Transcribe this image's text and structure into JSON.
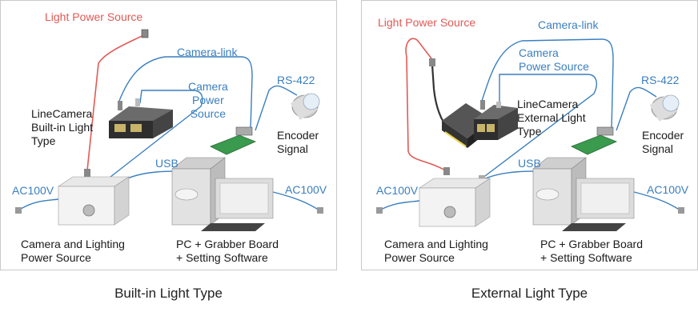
{
  "left": {
    "caption": "Built-in Light Type",
    "labels": {
      "light_power_source": "Light Power Source",
      "camera_link": "Camera-link",
      "camera_power_source": "Camera\nPower\nSource",
      "rs422": "RS-422",
      "line_camera": "LineCamera\nBuilt-in Light\nType",
      "encoder_signal": "Encoder\nSignal",
      "usb": "USB",
      "ac100v_left": "AC100V",
      "ac100v_right": "AC100V",
      "power_unit": "Camera and Lighting\nPower Source",
      "pc": "PC + Grabber Board\n+ Setting Software"
    }
  },
  "right": {
    "caption": "External Light Type",
    "labels": {
      "light_power_source": "Light Power Source",
      "camera_link": "Camera-link",
      "camera_power_source": "Camera\nPower Source",
      "rs422": "RS-422",
      "line_camera": "LineCamera\nExternal Light\nType",
      "encoder_signal": "Encoder\nSignal",
      "usb": "USB",
      "ac100v_left": "AC100V",
      "ac100v_right": "AC100V",
      "power_unit": "Camera and Lighting\nPower Source",
      "pc": "PC + Grabber Board\n+ Setting Software"
    }
  },
  "colors": {
    "light_cable": "#e05a55",
    "signal_cable": "#3a7fbf",
    "text": "#1a1a1a"
  }
}
